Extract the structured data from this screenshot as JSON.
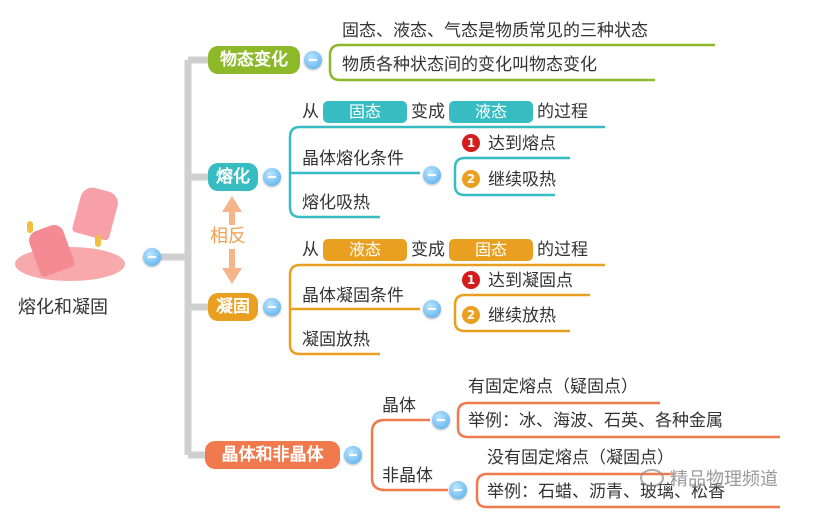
{
  "root": {
    "label": "熔化和凝固"
  },
  "colors": {
    "green": "#8cb82a",
    "teal": "#37bcc2",
    "orange": "#e9a020",
    "coral": "#f07a4e",
    "trunk": "#cfcfcf",
    "red": "#d41c1c"
  },
  "branches": {
    "state_change": {
      "label": "物态变化",
      "items": [
        "固态、液态、气态是物质常见的三种状态",
        "物质各种状态间的变化叫物态变化"
      ]
    },
    "melting": {
      "label": "熔化",
      "process": {
        "from": "从",
        "a": "固态",
        "mid": "变成",
        "b": "液态",
        "end": "的过程"
      },
      "condition": "晶体熔化条件",
      "conditions": [
        {
          "n": "1",
          "text": "达到熔点"
        },
        {
          "n": "2",
          "text": "继续吸热"
        }
      ],
      "heat": "熔化吸热"
    },
    "opposite": "相反",
    "solidifying": {
      "label": "凝固",
      "process": {
        "from": "从",
        "a": "液态",
        "mid": "变成",
        "b": "固态",
        "end": "的过程"
      },
      "condition": "晶体凝固条件",
      "conditions": [
        {
          "n": "1",
          "text": "达到凝固点"
        },
        {
          "n": "2",
          "text": "继续放热"
        }
      ],
      "heat": "凝固放热"
    },
    "crystal": {
      "label": "晶体和非晶体",
      "crystal": {
        "label": "晶体",
        "items": [
          "有固定熔点（疑固点）",
          "举例：冰、海波、石英、各种金属"
        ]
      },
      "amorphous": {
        "label": "非晶体",
        "items": [
          "没有固定熔点（凝固点）",
          "举例：石蜡、沥青、玻璃、松香"
        ]
      }
    }
  },
  "watermark": "精品物理频道"
}
